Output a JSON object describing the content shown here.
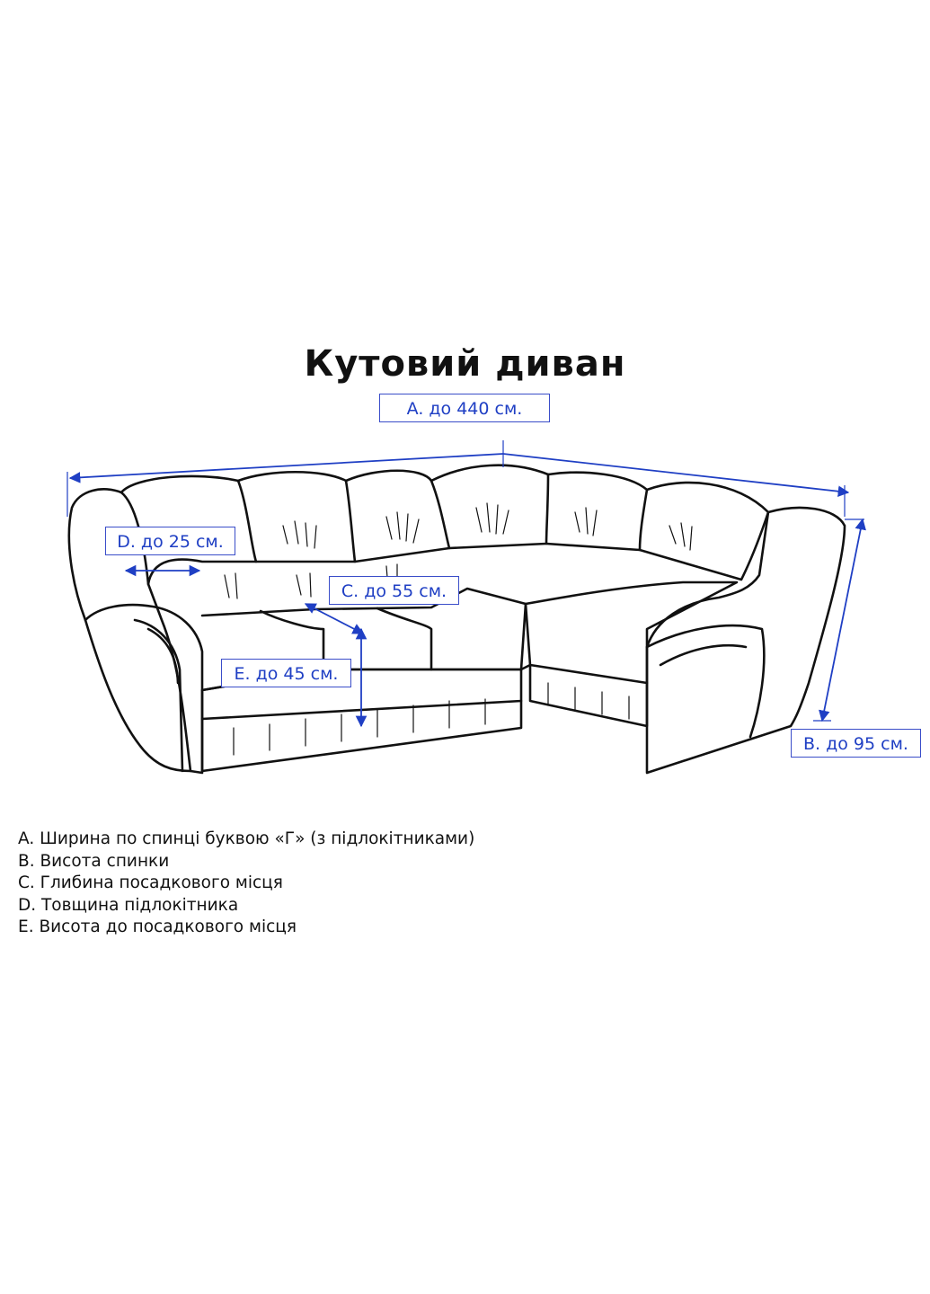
{
  "title": "Кутовий диван",
  "dimensions": {
    "A": "A. до 440 см.",
    "B": "B. до 95 см.",
    "C": "C. до 55 см.",
    "D": "D. до 25 см.",
    "E": "E. до 45 см."
  },
  "legend": [
    "A. Ширина по спинці буквою «Г» (з підлокітниками)",
    "B. Висота спинки",
    "C. Глибина посадкового місця",
    "D. Товщина підлокітника",
    "E. Висота до посадкового місця"
  ],
  "colors": {
    "dimension": "#1f3fc4",
    "outline": "#111111"
  }
}
